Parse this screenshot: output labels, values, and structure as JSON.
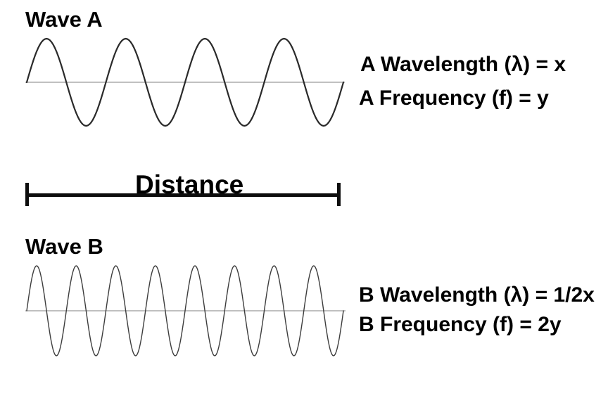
{
  "waves": {
    "a": {
      "title": "Wave A",
      "cycles": 4,
      "wavelength_label": "A Wavelength (λ) = x",
      "frequency_label": "A Frequency (f) = y"
    },
    "b": {
      "title": "Wave B",
      "cycles": 8,
      "wavelength_label": "B Wavelength (λ) = 1/2x",
      "frequency_label": "B Frequency (f) = 2y"
    }
  },
  "distance": {
    "label": "Distance"
  },
  "colors": {
    "background": "#ffffff",
    "text": "#000000",
    "wave_a_stroke": "#2a2a2a",
    "wave_b_stroke": "#3d3d3d",
    "baseline": "#9a9a9a",
    "distance_bar": "#0d0d0d"
  }
}
